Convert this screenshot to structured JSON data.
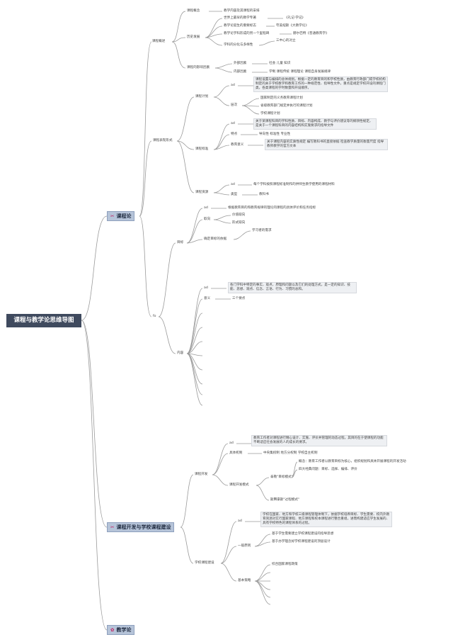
{
  "root": "课程与教学论思维导图",
  "branches": [
    {
      "icon": "✂",
      "label": "课程论"
    },
    {
      "icon": "✂",
      "label": "课程开发与学校课程建设"
    },
    {
      "icon": "✿",
      "label": "教学论"
    }
  ],
  "n": {
    "kcgs": "课程概述",
    "kcgn": "课程概念",
    "kcgn1": "教学内容及其课程的安排",
    "lsfz": "历史发展",
    "ls1": "世界上最早的教学专著",
    "ls1v": "《礼记·学记》",
    "ls2": "教学论诞生的重要标志",
    "ls2v": "夸美纽斯《大教学论》",
    "ls3": "教学论学科形成的另一个里程碑",
    "ls3v": "赫尔巴特《普通教育学》",
    "ls4": "学科的分化与多样性",
    "ls4v": "三中心的对立",
    "yxys": "课程的影响因素",
    "yx1": "外部因素",
    "yx1v": "社会 儿童 知识",
    "yx2": "内部因素",
    "yx2v": "学制 课程传统 课程理论 课程自身发展规律",
    "bxxs": "课程表现形式",
    "kcjh": "课程计划",
    "jh_ad": "ad",
    "jh_ad_t": "课程设置与编排的总体规划。根据一定的教育目的和学校性质，由教育行政部门或学校机构制定的关于学校教学和教育工作的一种规范性、指导性文件。重点是规定学校开设的课程门类，各类课程的学时数量和开设顺序。",
    "jh_cc": "层次",
    "cc1": "国家制定的义务教育课程计划",
    "cc2": "省级教育部门规定并执行的课程计划",
    "cc3": "学校课程计划",
    "kcbz": "课程标准",
    "bz_ad": "ad",
    "bz_ad_t": "关于某课程科目的学科性质、目标、内容构成、教学与评价建议等的纲领性规定，是关于一个课程科目的内容结构和实施要求的指导文件",
    "bz_td": "特点",
    "bz_td_v": "导向性 标准性 专业性",
    "bz_jy": "教育意义",
    "bz_jy_v": "关于课程内容的实质性规定 编写教科书的直接依据 检查教学质量的衡量尺度 指导教师教学的官方文本",
    "kczy": "课程资源",
    "zy_ad": "ad",
    "zy_ad_t": "每个学科按照课程标准制作的供师生教学使用的课程材料",
    "zy_lx": "类型",
    "zy_lx_v": "教科书",
    "fo": "fo",
    "mb": "目标",
    "mb_ad": "ad",
    "mb_ad_t": "根据教育目的和教育规律的理论的课程的具体评价和任务指标",
    "mb_qx": "取向",
    "qx1": "价值取向",
    "qx2": "形式取向",
    "mb_yj": "确定目标的依据",
    "mb_yj_v": "学习者的需求",
    "nr": "内容",
    "nr_ad": "ad",
    "nr_ad_t": "各门学科中特定的事实、观点、原理和问题以及它们的处理方式，是一定的知识、技能、思想、观点、信念、言语、行为、习惯的总和。",
    "nr_yy": "意义",
    "nr_yy_v": "三个要点",
    "kckf": "课程开发",
    "kf_ad": "ad",
    "kf_ad_t": "教育工作者对课程进行精心设计、实施、评价并管理的动态过程。其目的在于使课程的功能不断适应社会发展的人的成长的要求。",
    "kf_jz": "具体机制",
    "kf_jz_v": "中央集权制 地方分权制 学校自主机制",
    "kf_ms": "课程开发模式",
    "ms_tl": "泰勒\"目标模式\"",
    "ms_tl1": "概念：教育工作者以教育目标为核心，组织规划和具体开展课程的开发活动",
    "ms_tl2": "四大经典问题：目标、选择、编排、评价",
    "ms_gc": "斯腾豪斯\"过程模式\"",
    "xxjs": "学校课程建设",
    "js_ad": "ad",
    "js_ad_t": "学校在国家、地方和学校三级课程管理体制下，依据学校培养目标、学生需要、校内外教育资源对实行国家课程、地方课程和校本课程进行整合重组，进而构建适应学生发展的、具有学校特色的课程体系的过程。",
    "js_yb": "一般原则",
    "yb1": "基于学生需要建立学校课程建设的指导思想",
    "yb2": "基于办学理念好学校课程建设的顶层设计",
    "js_cl": "基本策略",
    "cl1": "综合国家课程政策"
  }
}
